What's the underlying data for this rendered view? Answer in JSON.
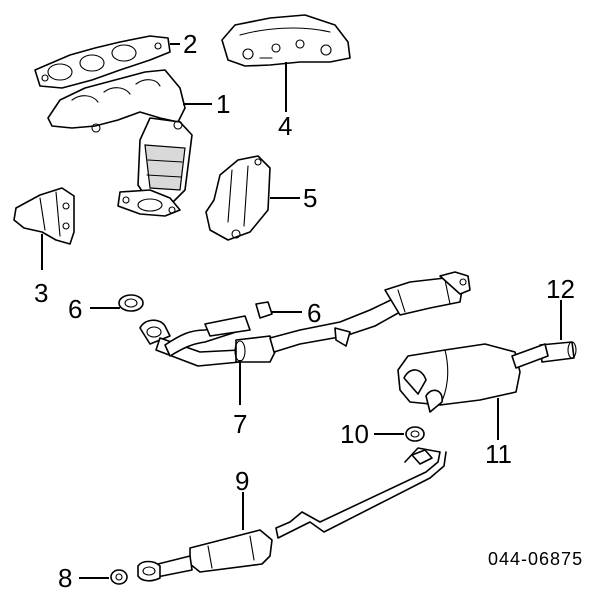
{
  "callouts": {
    "c1": "1",
    "c2": "2",
    "c3": "3",
    "c4": "4",
    "c5": "5",
    "c6a": "6",
    "c6b": "6",
    "c7": "7",
    "c8": "8",
    "c9": "9",
    "c10": "10",
    "c11": "11",
    "c12": "12"
  },
  "diagram_code": "044-06875"
}
